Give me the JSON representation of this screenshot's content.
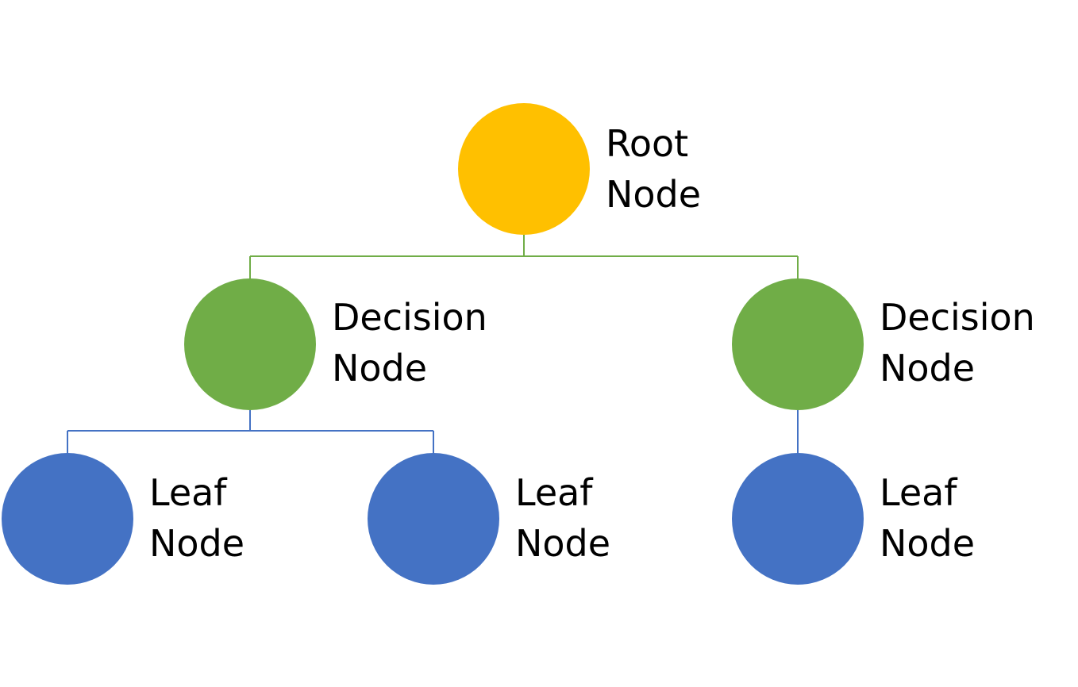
{
  "colors": {
    "root": "#FFC000",
    "decision": "#70AD47",
    "leaf": "#4472C4",
    "root_connector": "#70AD47",
    "leaf_connector": "#4472C4",
    "text": "#000000"
  },
  "nodes": {
    "root": {
      "line1": "Root",
      "line2": "Node"
    },
    "decision_left": {
      "line1": "Decision",
      "line2": "Node"
    },
    "decision_right": {
      "line1": "Decision",
      "line2": "Node"
    },
    "leaf_1": {
      "line1": "Leaf",
      "line2": "Node"
    },
    "leaf_2": {
      "line1": "Leaf",
      "line2": "Node"
    },
    "leaf_3": {
      "line1": "Leaf",
      "line2": "Node"
    }
  }
}
